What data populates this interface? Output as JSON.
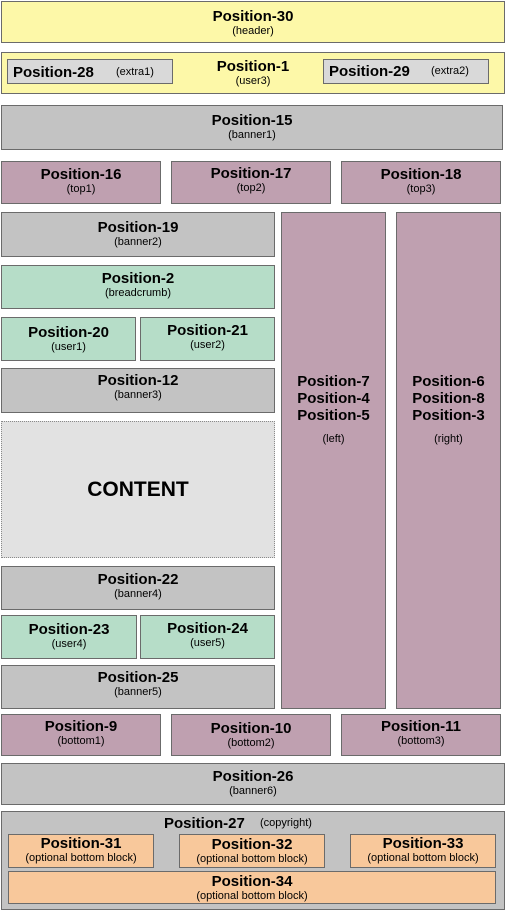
{
  "p30": {
    "title": "Position-30",
    "sub": "(header)"
  },
  "p1": {
    "title": "Position-1",
    "sub": "(user3)"
  },
  "p28": {
    "title": "Position-28",
    "sub": "(extra1)"
  },
  "p29": {
    "title": "Position-29",
    "sub": "(extra2)"
  },
  "p15": {
    "title": "Position-15",
    "sub": "(banner1)"
  },
  "p16": {
    "title": "Position-16",
    "sub": "(top1)"
  },
  "p17": {
    "title": "Position-17",
    "sub": "(top2)"
  },
  "p18": {
    "title": "Position-18",
    "sub": "(top3)"
  },
  "p19": {
    "title": "Position-19",
    "sub": "(banner2)"
  },
  "p2": {
    "title": "Position-2",
    "sub": "(breadcrumb)"
  },
  "p20": {
    "title": "Position-20",
    "sub": "(user1)"
  },
  "p21": {
    "title": "Position-21",
    "sub": "(user2)"
  },
  "p12": {
    "title": "Position-12",
    "sub": "(banner3)"
  },
  "content": {
    "title": "CONTENT"
  },
  "p22": {
    "title": "Position-22",
    "sub": "(banner4)"
  },
  "p23": {
    "title": "Position-23",
    "sub": "(user4)"
  },
  "p24": {
    "title": "Position-24",
    "sub": "(user5)"
  },
  "p25": {
    "title": "Position-25",
    "sub": "(banner5)"
  },
  "left": {
    "l1": "Position-7",
    "l2": "Position-4",
    "l3": "Position-5",
    "sub": "(left)"
  },
  "right": {
    "l1": "Position-6",
    "l2": "Position-8",
    "l3": "Position-3",
    "sub": "(right)"
  },
  "p9": {
    "title": "Position-9",
    "sub": "(bottom1)"
  },
  "p10": {
    "title": "Position-10",
    "sub": "(bottom2)"
  },
  "p11": {
    "title": "Position-11",
    "sub": "(bottom3)"
  },
  "p26": {
    "title": "Position-26",
    "sub": "(banner6)"
  },
  "p27": {
    "title": "Position-27",
    "sub": "(copyright)"
  },
  "p31": {
    "title": "Position-31",
    "sub": "(optional bottom block)"
  },
  "p32": {
    "title": "Position-32",
    "sub": "(optional bottom block)"
  },
  "p33": {
    "title": "Position-33",
    "sub": "(optional bottom block)"
  },
  "p34": {
    "title": "Position-34",
    "sub": "(optional bottom block)"
  }
}
